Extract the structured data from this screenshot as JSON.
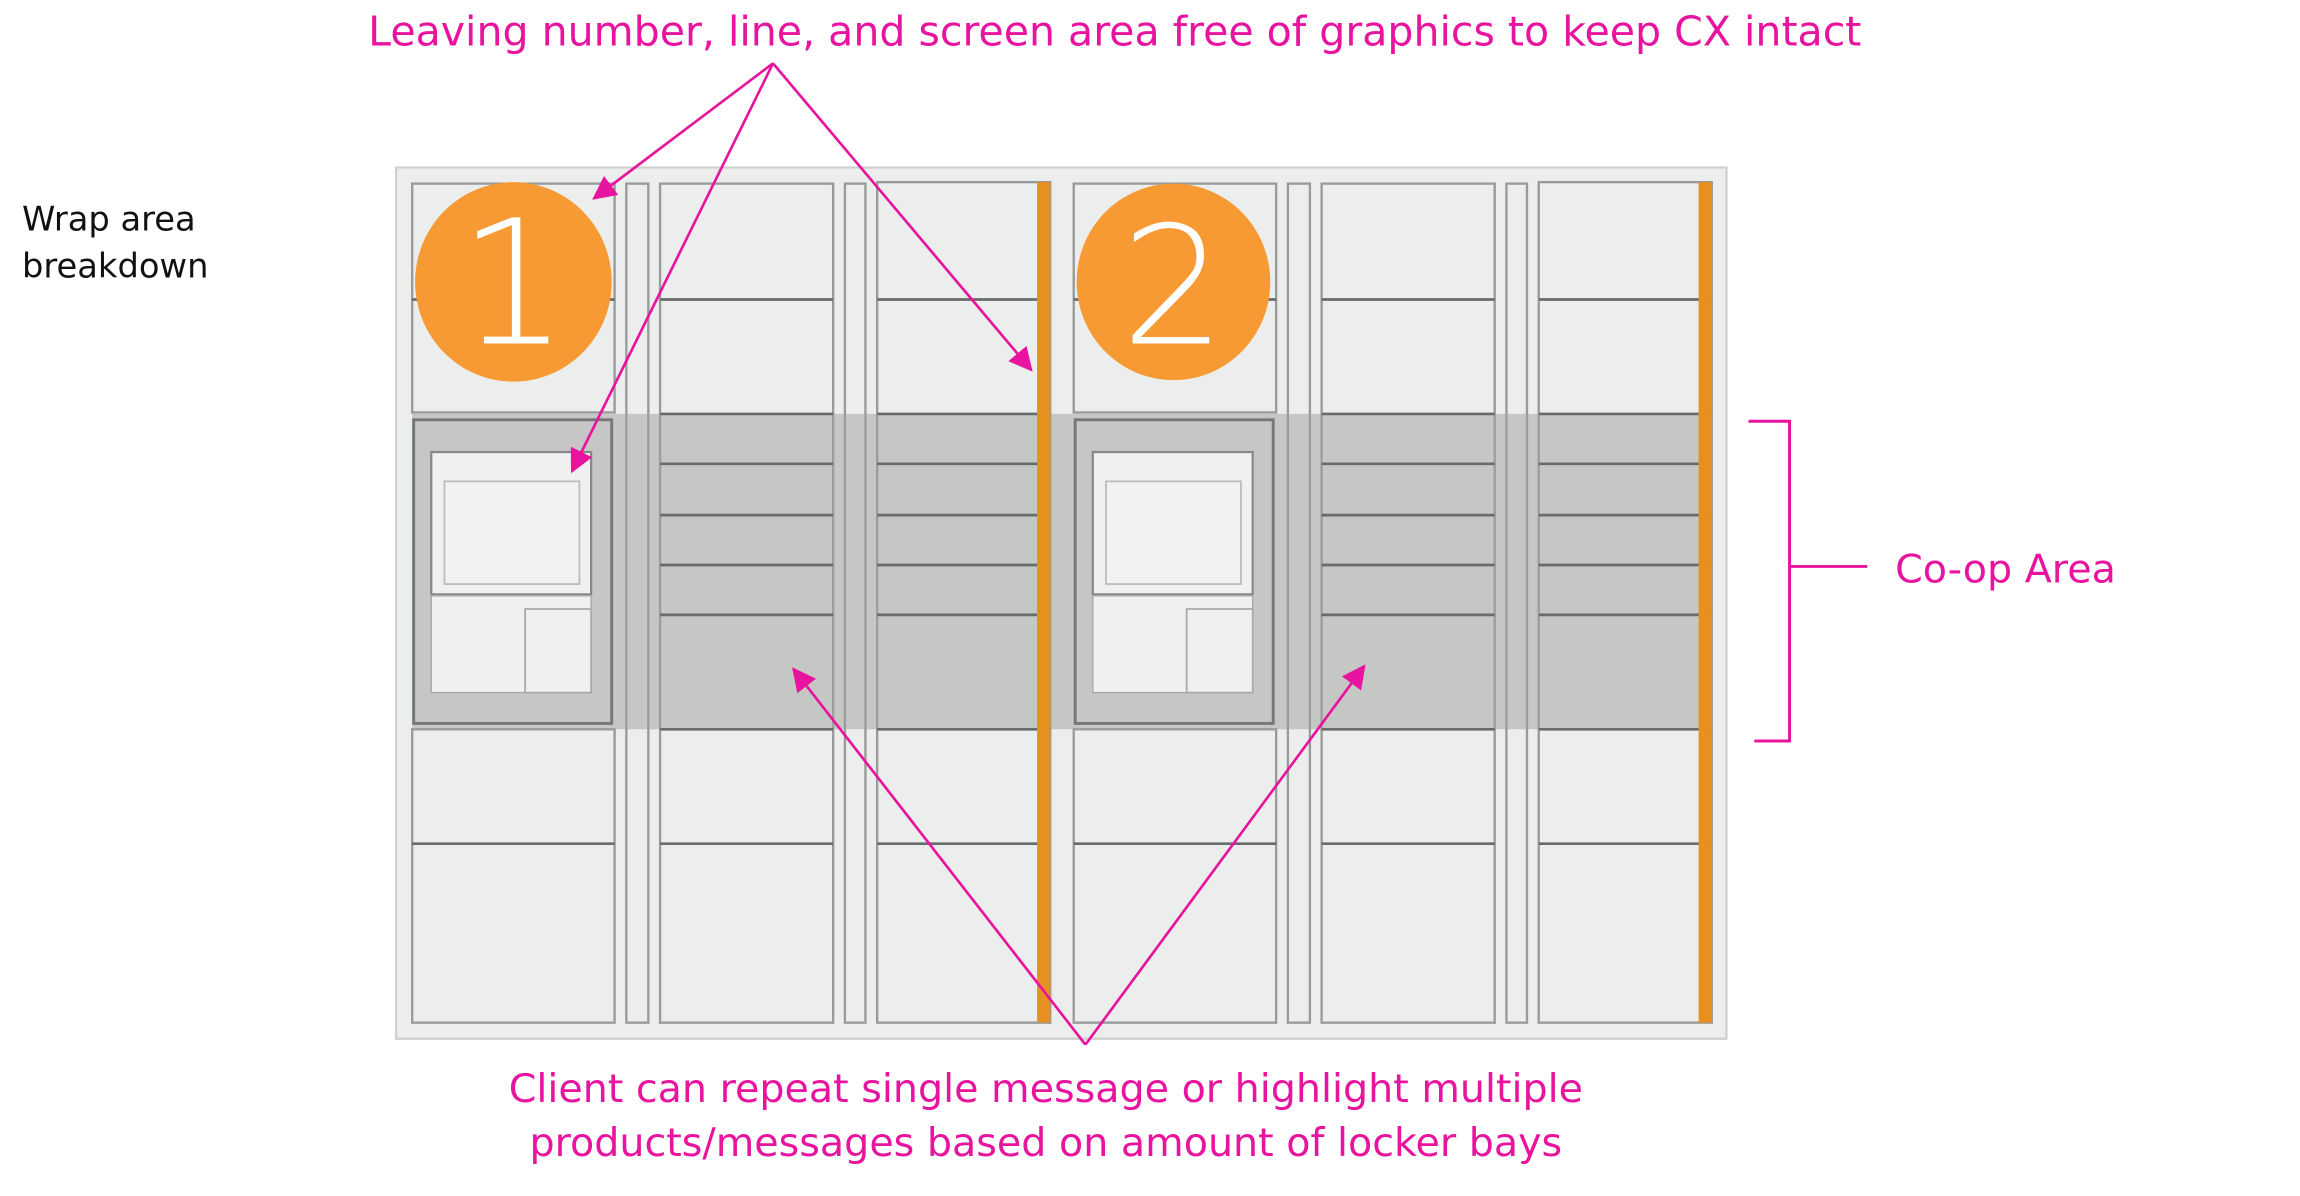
{
  "annotations": {
    "top": "Leaving number, line, and screen area free of graphics to keep CX intact",
    "side_title_line1": "Wrap area",
    "side_title_line2": "breakdown",
    "coop": "Co-op Area",
    "bottom_line1": "Client can repeat single message or highlight multiple",
    "bottom_line2": "products/messages based on amount of locker bays"
  },
  "units": [
    {
      "number": "1"
    },
    {
      "number": "2"
    }
  ],
  "colors": {
    "accent": "#e8139e",
    "badge": "#f79a33",
    "strip": "#e8901f",
    "coop_band": "#c5c6c5",
    "locker": "#eceeed"
  }
}
